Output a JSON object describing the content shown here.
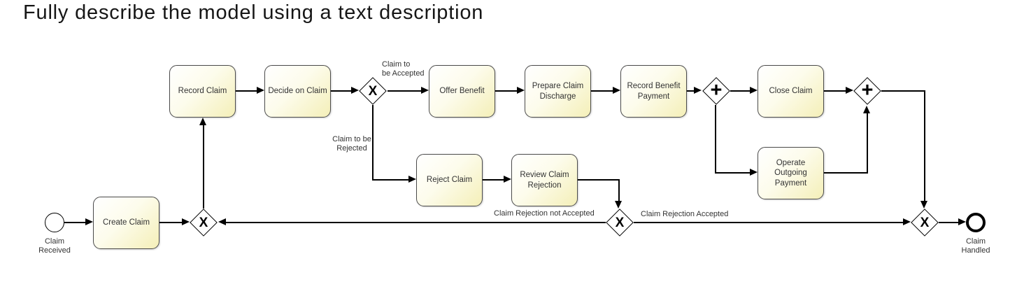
{
  "title": "Fully describe the model using a text description",
  "diagram": {
    "tasks": {
      "create_claim": "Create Claim",
      "record_claim": "Record Claim",
      "decide_on_claim": "Decide on Claim",
      "offer_benefit": "Offer Benefit",
      "prepare_claim_discharge": "Prepare Claim\nDischarge",
      "record_benefit_payment": "Record Benefit\nPayment",
      "close_claim": "Close Claim",
      "reject_claim": "Reject Claim",
      "review_claim_rejection": "Review Claim\nRejection",
      "operate_outgoing_payment": "Operate\nOutgoing\nPayment"
    },
    "events": {
      "start_label": "Claim\nReceived",
      "end_label": "Claim\nHandled"
    },
    "gateway_symbols": {
      "xor": "X",
      "and": "+"
    },
    "edge_labels": {
      "to_be_accepted": "Claim to\nbe Accepted",
      "to_be_rejected": "Claim to be\nRejected",
      "rejection_not_accepted": "Claim Rejection not Accepted",
      "rejection_accepted": "Claim Rejection Accepted"
    },
    "colors": {
      "task_fill_light": "#FFFFFF",
      "task_fill_dark": "#F4EFB8",
      "task_border": "#4B4B4B",
      "flow": "#000000"
    }
  }
}
